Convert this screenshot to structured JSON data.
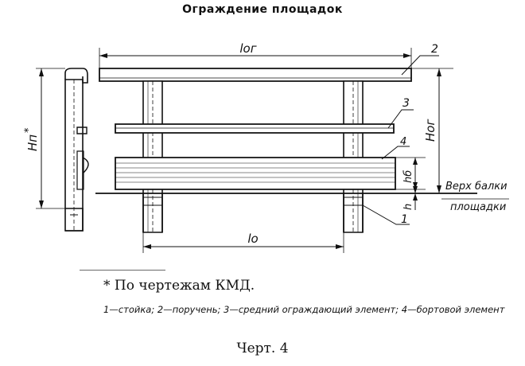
{
  "title": "Ограждение площадок",
  "labels": {
    "l_og": "lог",
    "l_o": "lо",
    "h_n": "Hп",
    "h_n_star": "*",
    "h_og": "Hог",
    "h_b": "hб",
    "h": "h",
    "part_1": "1",
    "part_2": "2",
    "part_3": "3",
    "part_4": "4",
    "beam_top_line1": "Верх балки",
    "beam_top_line2": "площадки"
  },
  "footnote": "* По чертежам КМД.",
  "caption": "1—стойка; 2—поручень; 3—средний ограждающий элемент; 4—бортовой элемент",
  "figure_number": "Черт. 4"
}
